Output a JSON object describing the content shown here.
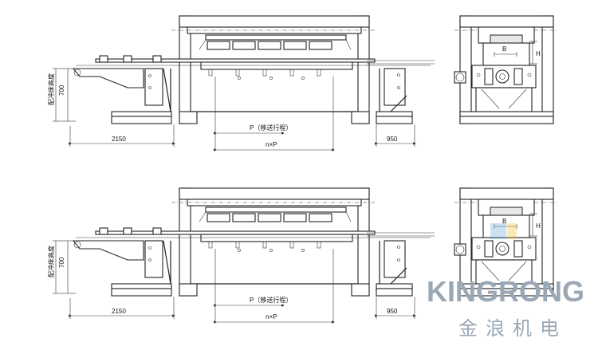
{
  "views": [
    {
      "id": "top",
      "dims": {
        "feed_pitch": "P（移送行程）",
        "total_length": "n×P",
        "left_length": "2150",
        "right_length": "950",
        "height": "700",
        "vertical_label": "配冲床高度",
        "side_b": "B",
        "side_h": "H"
      }
    },
    {
      "id": "bottom",
      "dims": {
        "feed_pitch": "P（移送行程）",
        "total_length": "n×P",
        "left_length": "2150",
        "right_length": "950",
        "height": "700",
        "vertical_label": "配冲床高度",
        "side_b": "B",
        "side_h": "H"
      }
    }
  ],
  "watermark": {
    "brand": "KINGRONG",
    "chinese": "金浪机电",
    "color": "#9aa7b5"
  }
}
